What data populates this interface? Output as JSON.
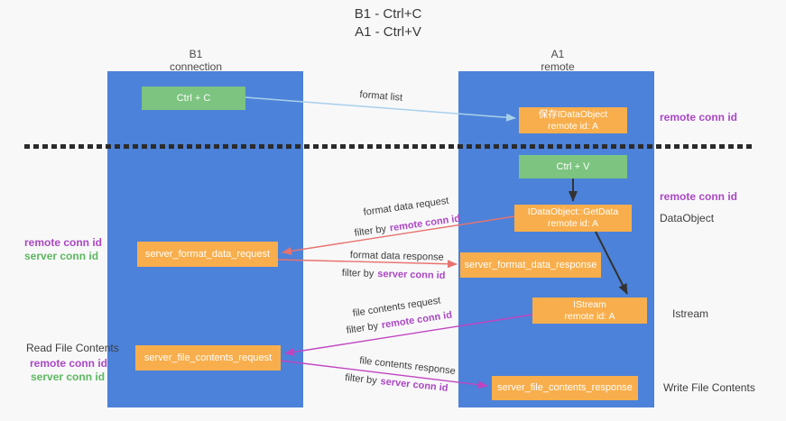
{
  "title": {
    "line1": "B1 - Ctrl+C",
    "line2": "A1 - Ctrl+V"
  },
  "lifelines": {
    "b1": {
      "name": "B1",
      "subtitle": "connection"
    },
    "a1": {
      "name": "A1",
      "subtitle": "remote"
    }
  },
  "boxes": {
    "ctrl_c": {
      "label": "Ctrl + C"
    },
    "ctrl_v": {
      "label": "Ctrl + V"
    },
    "save_idataobject": {
      "line1": "保存IDataObject",
      "line2": "remote id: A"
    },
    "idataobject_getdata": {
      "line1": "IDataObject::GetData",
      "line2": "remote id: A"
    },
    "istream": {
      "line1": "IStream",
      "line2": "remote id: A"
    },
    "server_format_data_request": {
      "label": "server_format_data_request"
    },
    "server_format_data_response": {
      "label": "server_format_data_response"
    },
    "server_file_contents_request": {
      "label": "server_file_contents_request"
    },
    "server_file_contents_response": {
      "label": "server_file_contents_response"
    }
  },
  "arrow_labels": {
    "format_list": "format list",
    "format_data_request": "format data request",
    "format_data_response": "format data response",
    "file_contents_request": "file contents request",
    "file_contents_response": "file contents response",
    "filter_by": "filter by",
    "remote_conn_id": "remote conn id",
    "server_conn_id": "server conn id"
  },
  "side_labels": {
    "left": {
      "remote_conn_id": "remote conn id",
      "server_conn_id": "server conn id",
      "read_file_contents": "Read File Contents"
    },
    "right": {
      "remote_conn_id_top": "remote conn id",
      "remote_conn_id_mid": "remote conn id",
      "dataobject": "DataObject",
      "istream": "Istream",
      "write_file_contents": "Write File Contents"
    }
  },
  "colors": {
    "lifeline_blue": "#4c82d9",
    "box_green": "#7cc47f",
    "box_orange": "#f8ae4c",
    "arrow_light_blue": "#a8d0ea",
    "arrow_salmon": "#e8736e",
    "arrow_magenta": "#c044c0",
    "arrow_black": "#333333",
    "label_purple": "#ab47c4",
    "label_green": "#5cb85f"
  }
}
